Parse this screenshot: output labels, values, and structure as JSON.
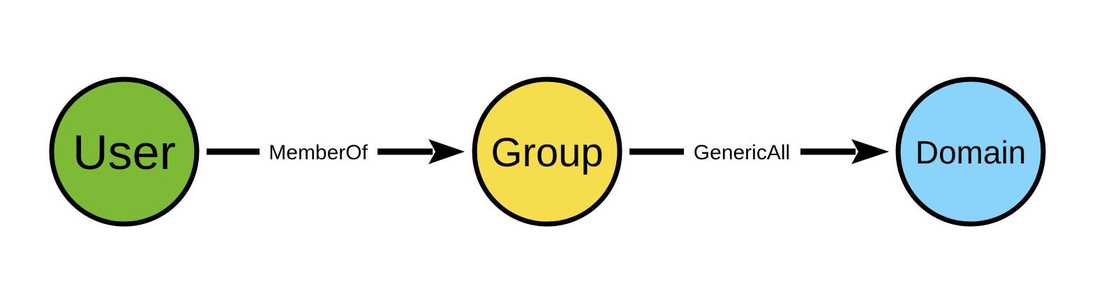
{
  "nodes": [
    {
      "id": "user",
      "label": "User",
      "color": "#7dba35"
    },
    {
      "id": "group",
      "label": "Group",
      "color": "#f5dd4c"
    },
    {
      "id": "domain",
      "label": "Domain",
      "color": "#8ad4fb"
    }
  ],
  "edges": [
    {
      "from": "user",
      "to": "group",
      "label": "MemberOf"
    },
    {
      "from": "group",
      "to": "domain",
      "label": "GenericAll"
    }
  ],
  "stroke_color": "#000000"
}
